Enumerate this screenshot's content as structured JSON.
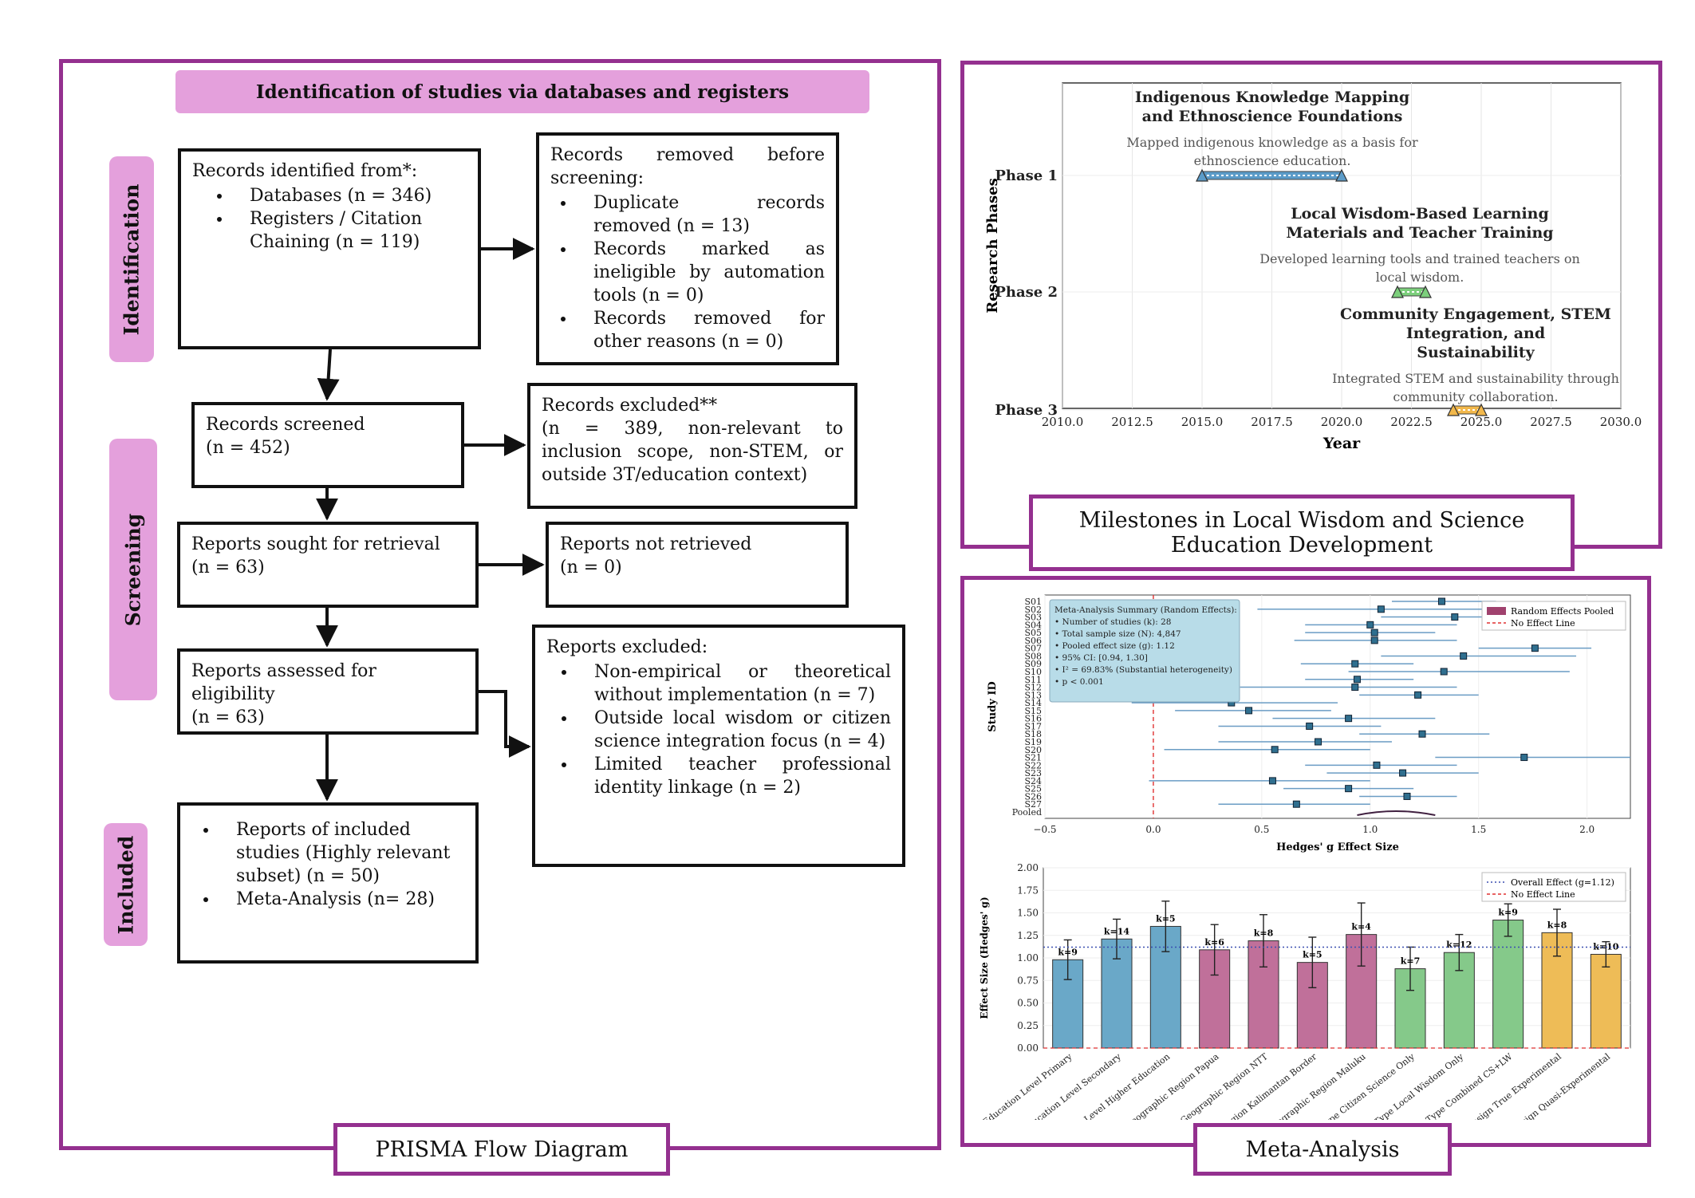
{
  "prisma": {
    "caption": "PRISMA Flow Diagram",
    "header": "Identification of studies via databases and registers",
    "stages": [
      "Identification",
      "Screening",
      "Included"
    ],
    "identified": {
      "title": "Records identified from*:",
      "items": [
        "Databases (n = 346)",
        "Registers / Citation Chaining (n = 119)"
      ]
    },
    "removed": {
      "title": "Records removed before screening:",
      "items": [
        "Duplicate records removed (n = 13)",
        "Records marked as ineligible by automation tools (n = 0)",
        "Records removed for other reasons (n = 0)"
      ]
    },
    "screened": {
      "line1": "Records screened",
      "line2": "(n = 452)"
    },
    "excluded": {
      "title": "Records excluded**",
      "text": "(n = 389, non-relevant to inclusion scope, non-STEM, or outside 3T/education context)"
    },
    "sought": {
      "line1": "Reports sought for retrieval",
      "line2": "(n = 63)"
    },
    "not_retrieved": {
      "line1": "Reports not retrieved",
      "line2": "(n = 0)"
    },
    "assessed": {
      "line1": "Reports assessed for eligibility",
      "line2": "(n = 63)"
    },
    "reports_excluded": {
      "title": "Reports excluded:",
      "items": [
        "Non-empirical or theoretical without implementation (n = 7)",
        "Outside local wisdom or citizen science integration focus (n = 4)",
        "Limited teacher professional identity linkage (n = 2)"
      ]
    },
    "included": {
      "items": [
        "Reports of included studies (Highly relevant subset) (n = 50)",
        "Meta-Analysis (n= 28)"
      ]
    }
  },
  "timeline": {
    "caption": "Milestones in Local Wisdom and Science Education Development",
    "chart_data": {
      "type": "line",
      "xlabel": "Year",
      "ylabel": "Research Phases",
      "xlim": [
        2010,
        2030
      ],
      "x_ticks": [
        "2010.0",
        "2012.5",
        "2015.0",
        "2017.5",
        "2020.0",
        "2022.5",
        "2025.0",
        "2027.5",
        "2030.0"
      ],
      "categories": [
        "Phase 1",
        "Phase 2",
        "Phase 3"
      ],
      "series": [
        {
          "phase": "Phase 1",
          "start": 2015,
          "end": 2020,
          "title": "Indigenous Knowledge Mapping and Ethnoscience Foundations",
          "desc": "Mapped indigenous knowledge as a basis for ethnoscience education.",
          "color": "#5b9bc8"
        },
        {
          "phase": "Phase 2",
          "start": 2022,
          "end": 2023,
          "title": "Local Wisdom-Based Learning Materials and Teacher Training",
          "desc": "Developed learning tools and trained teachers on local wisdom.",
          "color": "#7ccf7c"
        },
        {
          "phase": "Phase 3",
          "start": 2024,
          "end": 2025,
          "title": "Community Engagement, STEM Integration, and Sustainability",
          "desc": "Integrated STEM and sustainability through community collaboration.",
          "color": "#f2b84b"
        }
      ]
    }
  },
  "meta": {
    "caption": "Meta-Analysis",
    "chart_data": [
      {
        "type": "scatter",
        "xlabel": "Hedges' g Effect Size",
        "ylabel": "Study ID",
        "xlim": [
          -0.5,
          2.2
        ],
        "x_ticks": [
          "−0.5",
          "0.0",
          "0.5",
          "1.0",
          "1.5",
          "2.0"
        ],
        "legend": [
          "Random Effects Pooled",
          "No Effect Line"
        ],
        "summary_title": "Meta-Analysis Summary (Random Effects):",
        "summary_lines": [
          "• Number of studies (k): 28",
          "• Total sample size (N): 4,847",
          "• Pooled effect size (g): 1.12",
          "• 95% CI: [0.94, 1.30]",
          "• I² = 69.83% (Substantial heterogeneity)",
          "• p < 0.001"
        ],
        "studies": [
          {
            "id": "S01",
            "g": 1.33,
            "lo": 1.1,
            "hi": 1.58
          },
          {
            "id": "S02",
            "g": 1.05,
            "lo": 0.48,
            "hi": 1.68
          },
          {
            "id": "S03",
            "g": 1.39,
            "lo": 1.05,
            "hi": 1.7
          },
          {
            "id": "S04",
            "g": 1.0,
            "lo": 0.7,
            "hi": 1.4
          },
          {
            "id": "S05",
            "g": 1.02,
            "lo": 0.7,
            "hi": 1.3
          },
          {
            "id": "S06",
            "g": 1.02,
            "lo": 0.65,
            "hi": 1.4
          },
          {
            "id": "S07",
            "g": 1.76,
            "lo": 1.5,
            "hi": 2.02
          },
          {
            "id": "S08",
            "g": 1.43,
            "lo": 1.05,
            "hi": 1.95
          },
          {
            "id": "S09",
            "g": 0.93,
            "lo": 0.68,
            "hi": 1.2
          },
          {
            "id": "S10",
            "g": 1.34,
            "lo": 0.9,
            "hi": 1.92
          },
          {
            "id": "S11",
            "g": 0.94,
            "lo": 0.7,
            "hi": 1.2
          },
          {
            "id": "S12",
            "g": 0.93,
            "lo": 0.4,
            "hi": 1.4
          },
          {
            "id": "S13",
            "g": 1.22,
            "lo": 0.95,
            "hi": 1.5
          },
          {
            "id": "S14",
            "g": 0.36,
            "lo": -0.1,
            "hi": 0.85
          },
          {
            "id": "S15",
            "g": 0.44,
            "lo": 0.1,
            "hi": 0.82
          },
          {
            "id": "S16",
            "g": 0.9,
            "lo": 0.55,
            "hi": 1.3
          },
          {
            "id": "S17",
            "g": 0.72,
            "lo": 0.3,
            "hi": 1.05
          },
          {
            "id": "S18",
            "g": 1.24,
            "lo": 0.95,
            "hi": 1.55
          },
          {
            "id": "S19",
            "g": 0.76,
            "lo": 0.3,
            "hi": 1.1
          },
          {
            "id": "S20",
            "g": 0.56,
            "lo": 0.05,
            "hi": 1.0
          },
          {
            "id": "S21",
            "g": 1.71,
            "lo": 1.3,
            "hi": 2.2
          },
          {
            "id": "S22",
            "g": 1.03,
            "lo": 0.7,
            "hi": 1.4
          },
          {
            "id": "S23",
            "g": 1.15,
            "lo": 0.8,
            "hi": 1.5
          },
          {
            "id": "S24",
            "g": 0.55,
            "lo": -0.02,
            "hi": 1.0
          },
          {
            "id": "S25",
            "g": 0.9,
            "lo": 0.6,
            "hi": 1.2
          },
          {
            "id": "S26",
            "g": 1.17,
            "lo": 0.95,
            "hi": 1.4
          },
          {
            "id": "S27",
            "g": 0.66,
            "lo": 0.3,
            "hi": 1.0
          },
          {
            "id": "Pooled",
            "g": 1.12,
            "lo": 0.94,
            "hi": 1.3
          }
        ]
      },
      {
        "type": "bar",
        "ylabel": "Effect Size (Hedges' g)",
        "ylim": [
          0,
          2.0
        ],
        "y_ticks": [
          "0.00",
          "0.25",
          "0.50",
          "0.75",
          "1.00",
          "1.25",
          "1.50",
          "1.75",
          "2.00"
        ],
        "legend": [
          "Overall Effect (g=1.12)",
          "No Effect Line"
        ],
        "overall": 1.12,
        "categories": [
          "Education Level Primary",
          "Education Level Secondary",
          "Education Level Higher Education",
          "Geographic Region Papua",
          "Geographic Region NTT",
          "Geographic Region Kalimantan Border",
          "Geographic Region Maluku",
          "Intervention Type Citizen Science Only",
          "Intervention Type Local Wisdom Only",
          "Intervention Type Combined CS+LW",
          "Study Design True Experimental",
          "Study Design Quasi-Experimental"
        ],
        "values": [
          0.98,
          1.21,
          1.35,
          1.09,
          1.19,
          0.95,
          1.26,
          0.88,
          1.06,
          1.42,
          1.28,
          1.04
        ],
        "err": [
          0.22,
          0.22,
          0.28,
          0.28,
          0.29,
          0.28,
          0.35,
          0.24,
          0.2,
          0.18,
          0.26,
          0.14
        ],
        "k_labels": [
          "k=9",
          "k=14",
          "k=5",
          "k=6",
          "k=8",
          "k=5",
          "k=4",
          "k=7",
          "k=12",
          "k=9",
          "k=8",
          "k=10"
        ],
        "colors": [
          "#6aa8c8",
          "#6aa8c8",
          "#6aa8c8",
          "#c0709a",
          "#c0709a",
          "#c0709a",
          "#c0709a",
          "#85c98a",
          "#85c98a",
          "#85c98a",
          "#eebc57",
          "#eebc57"
        ]
      }
    ]
  }
}
